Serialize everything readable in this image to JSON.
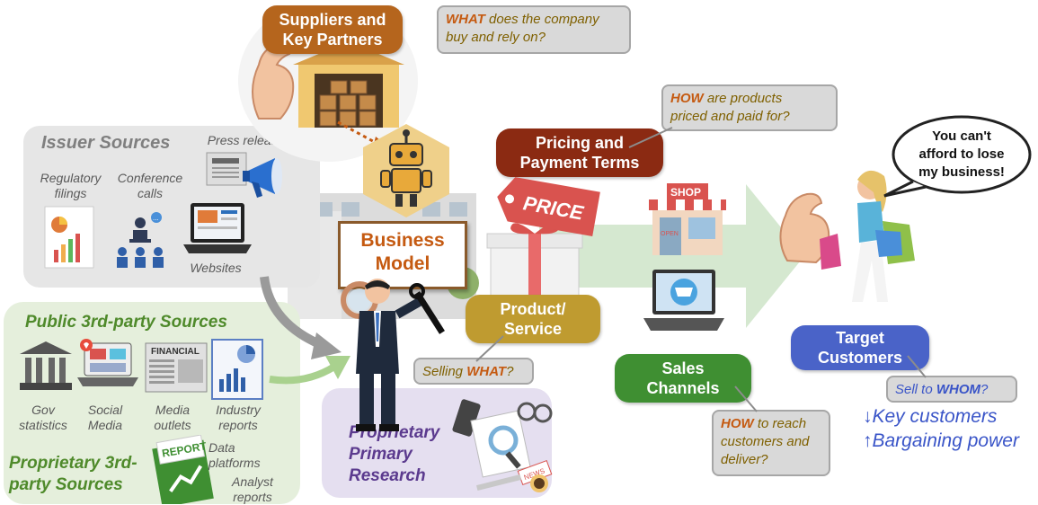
{
  "suppliers": {
    "title_line1": "Suppliers and",
    "title_line2": "Key Partners",
    "q_em": "WHAT",
    "q_line1_rest": " does the company",
    "q_line2": "buy and rely on?"
  },
  "issuer": {
    "title": "Issuer Sources",
    "press": "Press releases",
    "regulatory_l1": "Regulatory",
    "regulatory_l2": "filings",
    "conference_l1": "Conference",
    "conference_l2": "calls",
    "websites": "Websites"
  },
  "public3": {
    "title": "Public 3rd-party Sources",
    "gov_l1": "Gov",
    "gov_l2": "statistics",
    "social_l1": "Social",
    "social_l2": "Media",
    "media_l1": "Media",
    "media_l2": "outlets",
    "industry_l1": "Industry",
    "industry_l2": "reports",
    "financial": "FINANCIAL"
  },
  "proprietary3": {
    "title_l1": "Proprietary 3rd-",
    "title_l2": "party Sources",
    "data_l1": "Data",
    "data_l2": "platforms",
    "analyst_l1": "Analyst",
    "analyst_l2": "reports",
    "report_tag": "REPORT"
  },
  "business_model": {
    "l1": "Business",
    "l2": "Model"
  },
  "pricing": {
    "l1": "Pricing and",
    "l2": "Payment Terms",
    "q_em": "HOW",
    "q_l1_rest": " are products",
    "q_l2": "priced and paid for?",
    "tag": "PRICE"
  },
  "product": {
    "l1": "Product/",
    "l2": "Service",
    "q_pre": "Selling ",
    "q_em": "WHAT",
    "q_post": "?"
  },
  "primary": {
    "l1": "Proprietary",
    "l2": "Primary",
    "l3": "Research",
    "news_tag": "NEWS"
  },
  "sales": {
    "l1": "Sales",
    "l2": "Channels",
    "q_em": "HOW",
    "q_l1_rest": " to reach",
    "q_l2": "customers and",
    "q_l3": "deliver?",
    "shop": "SHOP",
    "open": "OPEN"
  },
  "customers": {
    "l1": "Target",
    "l2": "Customers",
    "speech_l1": "You can't",
    "speech_l2": "afford to lose",
    "speech_l3": "my business!",
    "q_pre": "Sell to ",
    "q_em": "WHOM",
    "q_post": "?",
    "key": "↓Key customers",
    "bargain": "↑Bargaining power"
  },
  "icons": [
    "arm-icon",
    "warehouse-icon",
    "robot-icon",
    "megaphone-icon",
    "chart-report-icon",
    "audience-icon",
    "laptop-icon",
    "museum-icon",
    "social-laptop-icon",
    "newspaper-icon",
    "industry-report-icon",
    "report-folder-icon",
    "businessman-icon",
    "gift-icon",
    "price-tag-icon",
    "shop-icon",
    "shopping-laptop-icon",
    "shopper-woman-icon",
    "research-desk-icon"
  ],
  "colors": {
    "suppliers": "#b5651d",
    "pricing": "#8b2a12",
    "product": "#bf9b30",
    "sales": "#3f8f32",
    "customers": "#4a63c8",
    "issuer_bg": "#e6e6e6",
    "public_bg": "#e5efdc",
    "primary_bg": "#e5dff0",
    "arrow_green": "#d5e8d0",
    "accent_orange": "#c55a11",
    "sell_blue": "#3a55c8"
  }
}
